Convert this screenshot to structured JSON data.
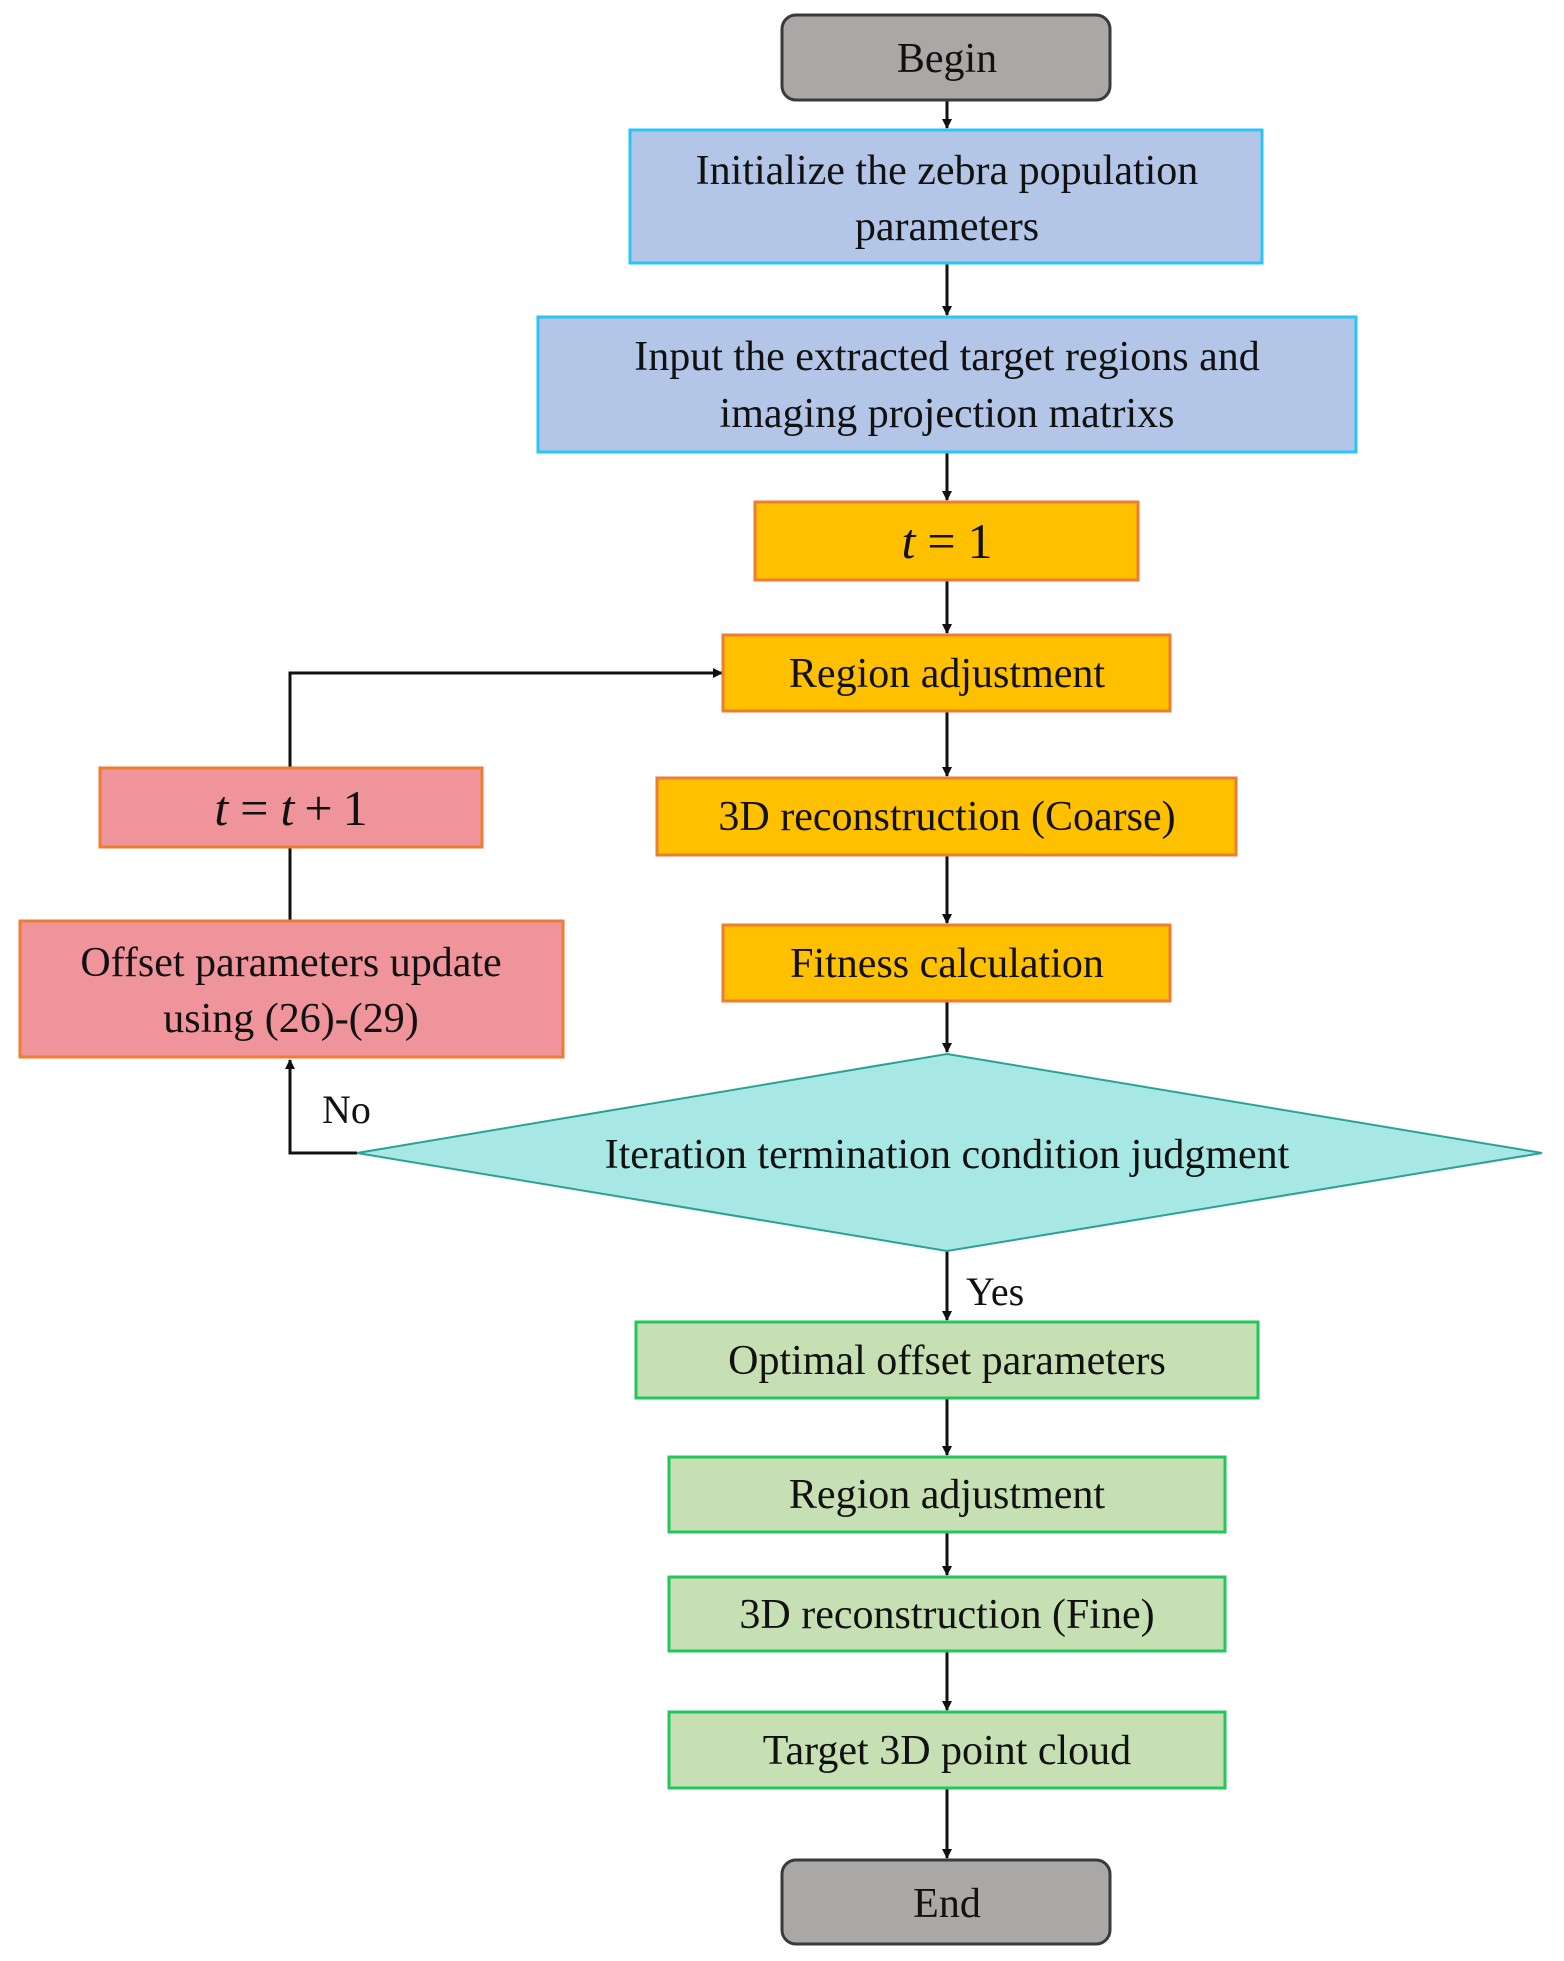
{
  "flowchart": {
    "begin": "Begin",
    "init_params": [
      "Initialize the zebra population",
      "parameters"
    ],
    "input_regions": [
      "Input the extracted target regions and",
      "imaging projection matrixs"
    ],
    "t_init": {
      "var": "t",
      "eq": "=",
      "num": "1"
    },
    "region_adjustment_coarse": "Region adjustment",
    "reconstruction_coarse": "3D reconstruction (Coarse)",
    "fitness_calc": "Fitness calculation",
    "termination_check": "Iteration termination condition judgment",
    "no_label": "No",
    "yes_label": "Yes",
    "offset_update": [
      "Offset parameters update",
      "using (26)-(29)"
    ],
    "t_increment": {
      "var1": "t",
      "eq": "=",
      "var2": "t",
      "plus": "+",
      "num": "1"
    },
    "optimal_offset": "Optimal offset parameters",
    "region_adjustment_fine": "Region adjustment",
    "reconstruction_fine": "3D reconstruction (Fine)",
    "target_point_cloud": "Target 3D point cloud",
    "end": "End"
  },
  "colors": {
    "terminal_fill": "#aaa7a7",
    "terminal_stroke": "#3a3a3a",
    "blue_fill": "#b4c6e7",
    "blue_stroke": "#29c5f6",
    "orange_fill": "#ffc000",
    "orange_stroke": "#ed7d31",
    "red_fill": "#f0949b",
    "red_stroke": "#ed7d31",
    "teal_fill": "#a8e8e4",
    "teal_stroke": "#2aa198",
    "green_fill": "#c6e0b4",
    "green_stroke": "#22c55e"
  }
}
